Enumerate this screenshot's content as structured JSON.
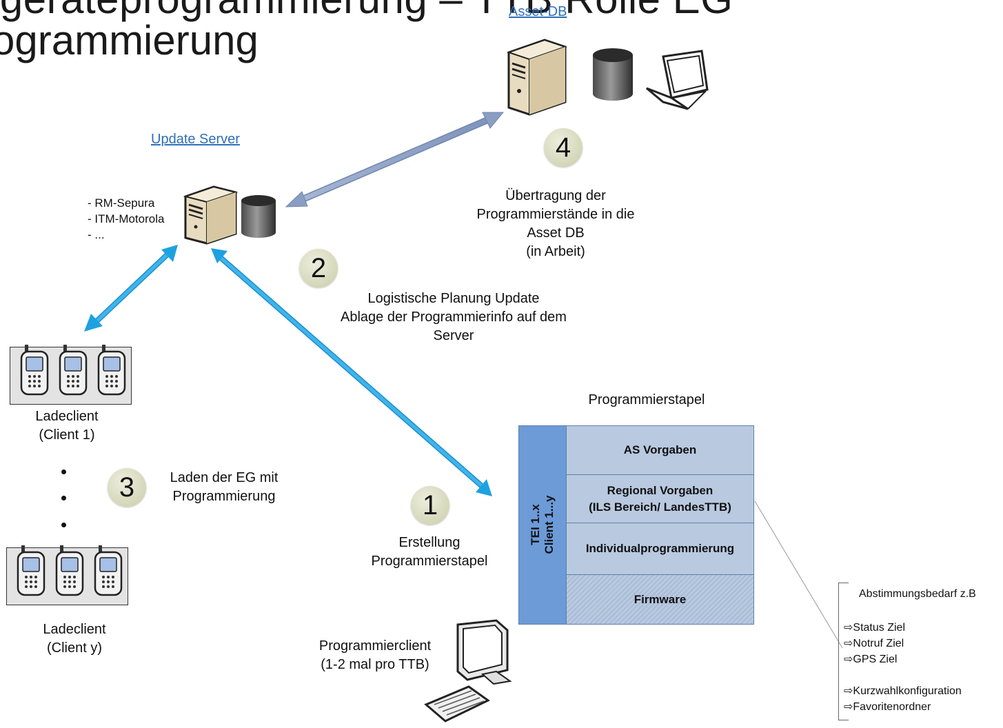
{
  "title": {
    "line1": "ugeräteprogrammierung – TTB Rolle EG",
    "line2": "ogrammierung"
  },
  "asset_db": {
    "label": "Asset-DB",
    "step_number": "4",
    "description": [
      "Übertragung der",
      "Programmierstände in die",
      "Asset DB",
      "(in Arbeit)"
    ]
  },
  "update_server": {
    "label": "Update Server",
    "list": [
      "- RM-Sepura",
      "- ITM-Motorola",
      "- ..."
    ]
  },
  "step2": {
    "number": "2",
    "description": [
      "Logistische Planung Update",
      "Ablage der Programmierinfo auf dem",
      "Server"
    ]
  },
  "ladeclient1": {
    "label": "Ladeclient",
    "sublabel": "(Client 1)"
  },
  "ladeclient_y": {
    "label": "Ladeclient",
    "sublabel": "(Client y)"
  },
  "step3": {
    "number": "3",
    "description": [
      "Laden der EG mit",
      "Programmierung"
    ]
  },
  "step1": {
    "number": "1",
    "description": [
      "Erstellung",
      "Programmierstapel"
    ]
  },
  "programmierclient": {
    "label": "Programmierclient",
    "sublabel": "(1-2 mal pro TTB)"
  },
  "programmierstapel": {
    "title": "Programmierstapel",
    "side_label_1": "TEI 1..x",
    "side_label_2": "Client 1...y",
    "rows": [
      "AS Vorgaben",
      "Regional Vorgaben\n(ILS Bereich/ LandesTTB)",
      "Individualprogrammierung",
      "Firmware"
    ]
  },
  "abstimmung": {
    "title": "Abstimmungsbedarf z.B",
    "items_group1": [
      "⇨Status Ziel",
      "⇨Notruf Ziel",
      "⇨GPS Ziel"
    ],
    "items_group2": [
      "⇨Kurzwahlkonfiguration",
      "⇨Favoritenordner"
    ]
  },
  "colors": {
    "arrow_blue": "#1ea1e0",
    "arrow_grey_blue": "#8a9ec2",
    "stack_side": "#6c9bd8",
    "stack_row": "#b8c9e0",
    "step_circle": "#d4d7b8",
    "link": "#2f6fb8"
  },
  "icons": [
    "server-icon",
    "database-icon",
    "laptop-icon",
    "mobile-phone-icon",
    "monitor-icon",
    "keyboard-icon"
  ]
}
